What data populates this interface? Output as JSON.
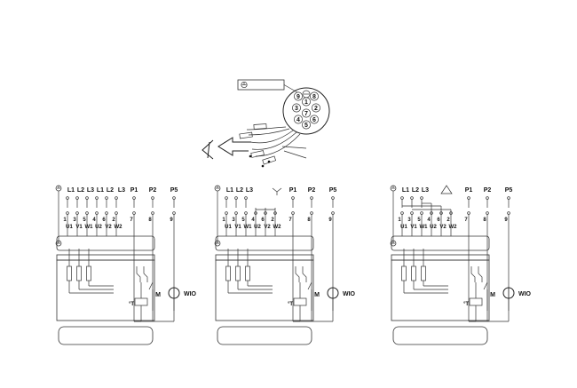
{
  "connector": {
    "pins": [
      "9",
      "8",
      "3",
      "1",
      "2",
      "4",
      "7",
      "6",
      "5"
    ]
  },
  "diagrams": [
    {
      "top_labels": [
        "L1",
        "L2",
        "L3",
        "L1",
        "L2",
        "L3",
        "P1",
        "P2",
        "P5"
      ],
      "numbers": [
        "1",
        "3",
        "5",
        "4",
        "6",
        "2",
        "7",
        "8",
        "9"
      ],
      "terminals": [
        "U1",
        "V1",
        "W1",
        "U2",
        "V2",
        "W2"
      ],
      "motor_label": "M",
      "wio_label": "WIO"
    },
    {
      "top_labels": [
        "L1",
        "L2",
        "L3",
        "P1",
        "P2",
        "P5"
      ],
      "numbers": [
        "1",
        "3",
        "5",
        "4",
        "6",
        "2",
        "7",
        "8",
        "9"
      ],
      "terminals": [
        "U1",
        "V1",
        "W1",
        "U2",
        "V2",
        "W2"
      ],
      "motor_label": "M",
      "wio_label": "WIO"
    },
    {
      "top_labels": [
        "L1",
        "L2",
        "L3",
        "P1",
        "P2",
        "P5"
      ],
      "numbers": [
        "1",
        "3",
        "5",
        "4",
        "6",
        "2",
        "7",
        "8",
        "9"
      ],
      "terminals": [
        "U1",
        "V1",
        "W1",
        "U2",
        "V2",
        "W2"
      ],
      "motor_label": "M",
      "wio_label": "WIO"
    }
  ]
}
